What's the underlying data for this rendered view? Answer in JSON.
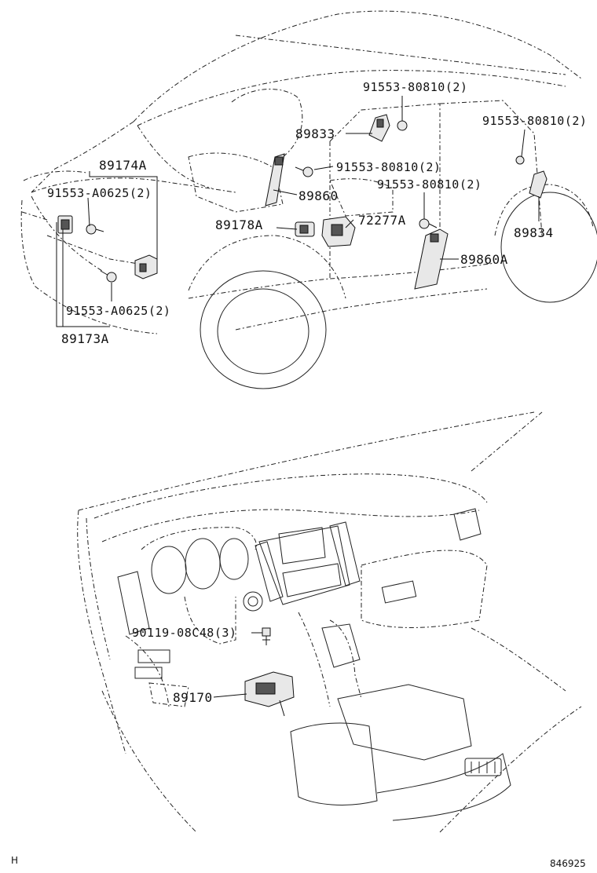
{
  "diagram": {
    "upper_labels": {
      "p89174A": "89174A",
      "p91553_A0625_top": "91553-A0625(2)",
      "p91553_A0625_bottom": "91553-A0625(2)",
      "p89173A": "89173A",
      "p89178A": "89178A",
      "p89860": "89860",
      "p72277A": "72277A",
      "p89833": "89833",
      "p91553_80810_a": "91553-80810(2)",
      "p91553_80810_b": "91553-80810(2)",
      "p91553_80810_c": "91553-80810(2)",
      "p91553_80810_d": "91553-80810(2)",
      "p89834": "89834",
      "p89860A": "89860A"
    },
    "lower_labels": {
      "p90119_08C48": "90119-08C48(3)",
      "p89170": "89170"
    },
    "footer": {
      "left_mark": "H",
      "diagram_number": "846925"
    }
  }
}
